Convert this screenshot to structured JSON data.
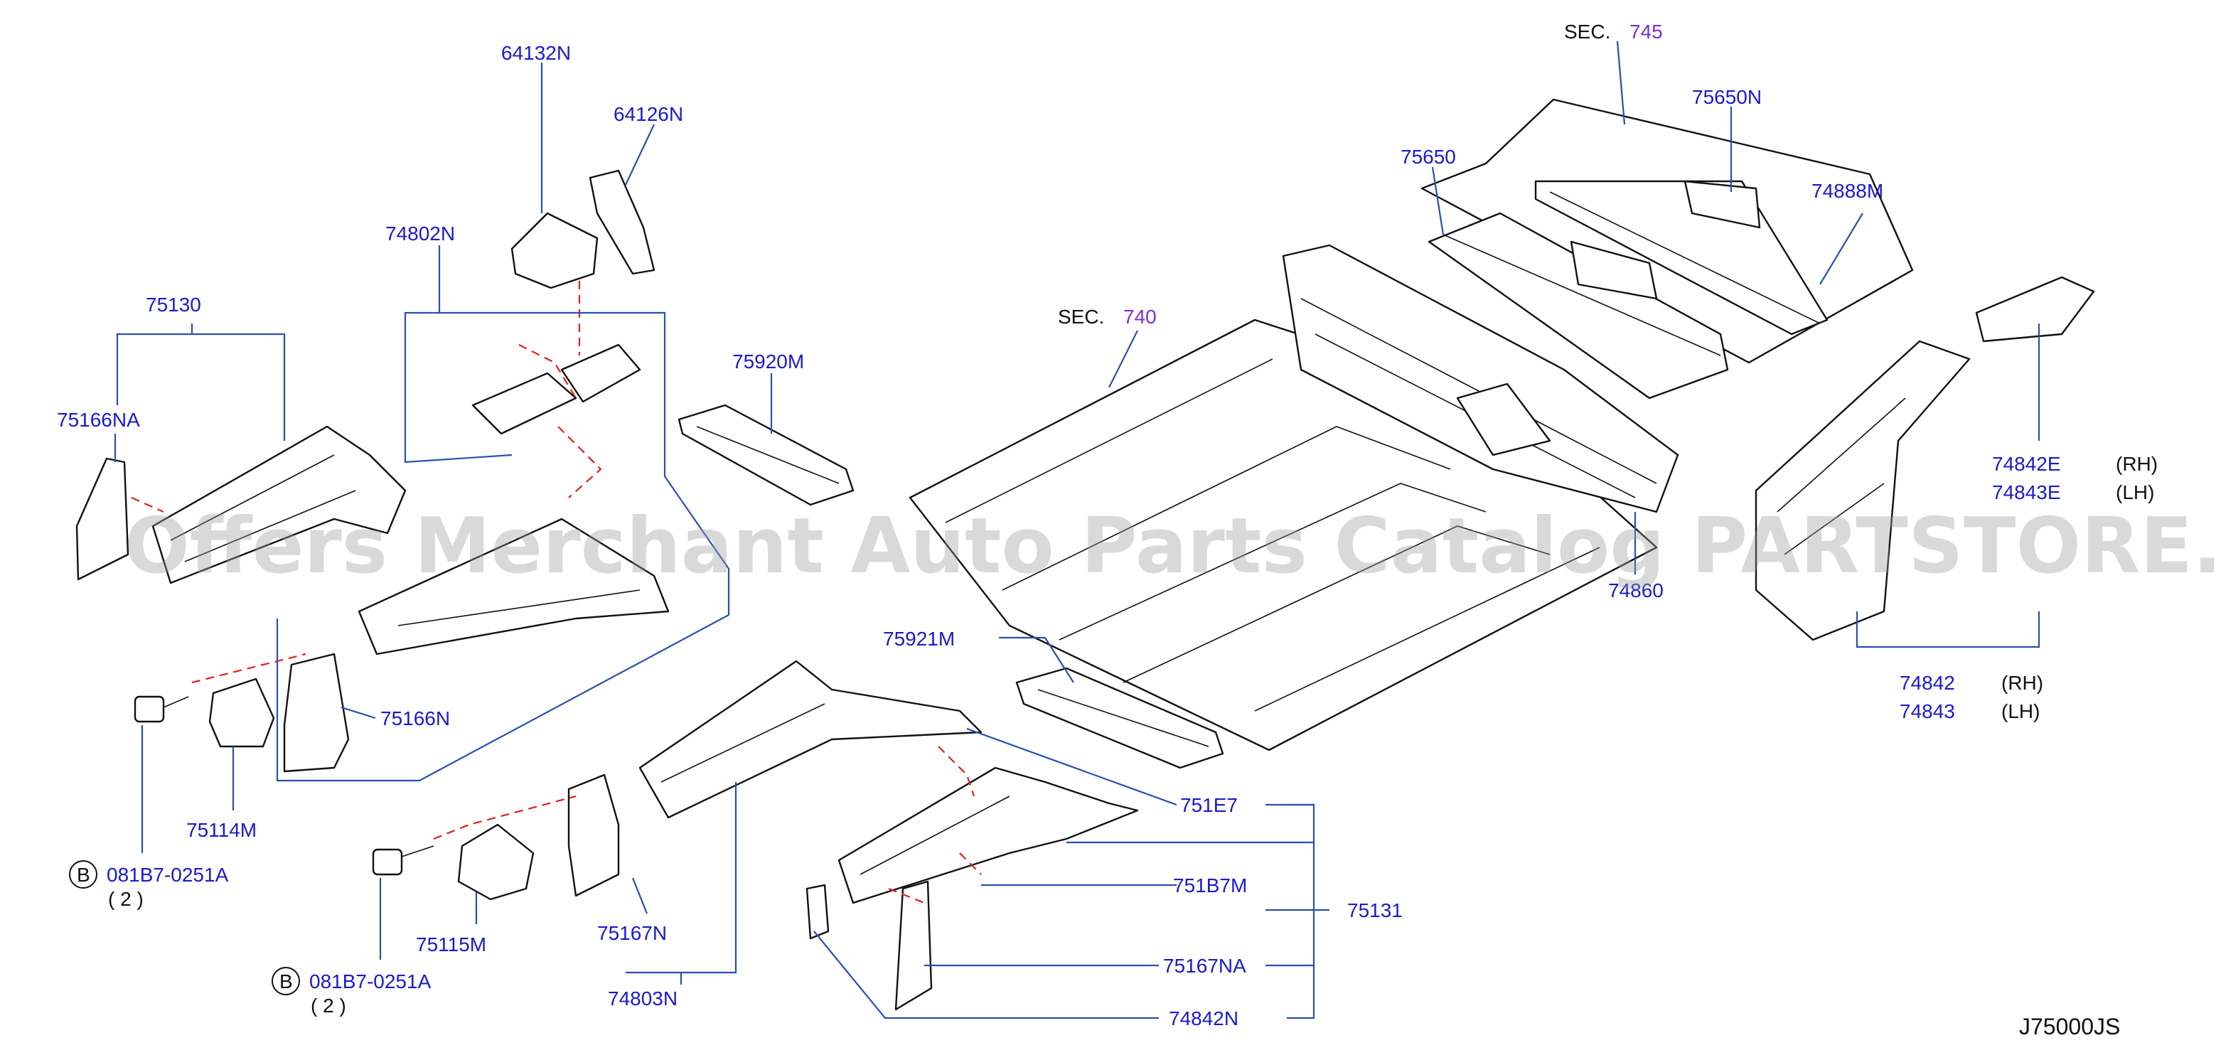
{
  "diagram": {
    "code": "J75000JS",
    "watermark": "Offers Merchant Auto Parts Catalog PARTSTORE.SA",
    "sections": [
      {
        "prefix": "SEC.",
        "number": "745"
      },
      {
        "prefix": "SEC.",
        "number": "740"
      }
    ],
    "parts": {
      "p64132N": "64132N",
      "p64126N": "64126N",
      "p74802N": "74802N",
      "p75130": "75130",
      "p75166NA": "75166NA",
      "p75920M": "75920M",
      "p75166N": "75166N",
      "p75114M": "75114M",
      "p75115M": "75115M",
      "p75167N": "75167N",
      "p74803N": "74803N",
      "p75921M": "75921M",
      "p751E7": "751E7",
      "p751B7M": "751B7M",
      "p75131": "75131",
      "p75167NA": "75167NA",
      "p74842N": "74842N",
      "p75650": "75650",
      "p75650N": "75650N",
      "p74888M": "74888M",
      "p74860": "74860",
      "p74842E": "74842E",
      "p74843E": "74843E",
      "p74842": "74842",
      "p74843": "74843"
    },
    "side": {
      "rh": "(RH)",
      "lh": "(LH)"
    },
    "bolts": [
      {
        "marker": "B",
        "part": "081B7-0251A",
        "qty": "( 2 )"
      },
      {
        "marker": "B",
        "part": "081B7-0251A",
        "qty": "( 2 )"
      }
    ]
  }
}
